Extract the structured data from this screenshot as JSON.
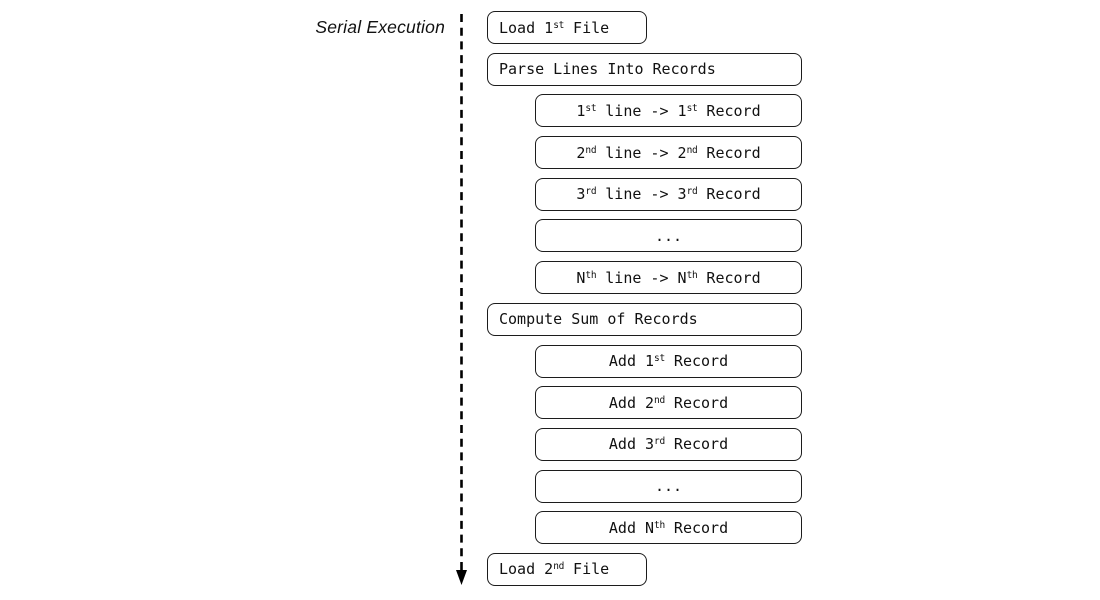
{
  "diagram": {
    "title": "Serial Execution",
    "colors": {
      "ink": "#111111",
      "box_border": "#1c1c1c",
      "background": "#ffffff"
    },
    "arrow": {
      "name": "serial-timeline-arrow",
      "style": "dashed",
      "direction": "down"
    },
    "boxes": [
      {
        "id": "load-first-file",
        "kind": "step",
        "parts": [
          {
            "t": "Load 1"
          },
          {
            "t": "st",
            "sup": true
          },
          {
            "t": " File"
          }
        ]
      },
      {
        "id": "parse-lines-into-records",
        "kind": "group",
        "parts": [
          {
            "t": "Parse Lines Into Records"
          }
        ]
      },
      {
        "id": "first-line-to-record",
        "kind": "item",
        "parts": [
          {
            "t": "1"
          },
          {
            "t": "st",
            "sup": true
          },
          {
            "t": " line -> 1"
          },
          {
            "t": "st",
            "sup": true
          },
          {
            "t": " Record"
          }
        ]
      },
      {
        "id": "second-line-to-record",
        "kind": "item",
        "parts": [
          {
            "t": "2"
          },
          {
            "t": "nd",
            "sup": true
          },
          {
            "t": " line -> 2"
          },
          {
            "t": "nd",
            "sup": true
          },
          {
            "t": " Record"
          }
        ]
      },
      {
        "id": "third-line-to-record",
        "kind": "item",
        "parts": [
          {
            "t": "3"
          },
          {
            "t": "rd",
            "sup": true
          },
          {
            "t": " line -> 3"
          },
          {
            "t": "rd",
            "sup": true
          },
          {
            "t": " Record"
          }
        ]
      },
      {
        "id": "parse-ellipsis",
        "kind": "item",
        "parts": [
          {
            "t": "..."
          }
        ]
      },
      {
        "id": "nth-line-to-record",
        "kind": "item",
        "parts": [
          {
            "t": "N"
          },
          {
            "t": "th",
            "sup": true
          },
          {
            "t": " line -> N"
          },
          {
            "t": "th",
            "sup": true
          },
          {
            "t": " Record"
          }
        ]
      },
      {
        "id": "compute-sum-of-records",
        "kind": "group",
        "parts": [
          {
            "t": "Compute Sum of Records"
          }
        ]
      },
      {
        "id": "add-first-record",
        "kind": "item",
        "parts": [
          {
            "t": "Add 1"
          },
          {
            "t": "st",
            "sup": true
          },
          {
            "t": " Record"
          }
        ]
      },
      {
        "id": "add-second-record",
        "kind": "item",
        "parts": [
          {
            "t": "Add 2"
          },
          {
            "t": "nd",
            "sup": true
          },
          {
            "t": " Record"
          }
        ]
      },
      {
        "id": "add-third-record",
        "kind": "item",
        "parts": [
          {
            "t": "Add 3"
          },
          {
            "t": "rd",
            "sup": true
          },
          {
            "t": " Record"
          }
        ]
      },
      {
        "id": "sum-ellipsis",
        "kind": "item",
        "parts": [
          {
            "t": "..."
          }
        ]
      },
      {
        "id": "add-nth-record",
        "kind": "item",
        "parts": [
          {
            "t": "Add N"
          },
          {
            "t": "th",
            "sup": true
          },
          {
            "t": " Record"
          }
        ]
      },
      {
        "id": "load-second-file",
        "kind": "step",
        "parts": [
          {
            "t": "Load 2"
          },
          {
            "t": "nd",
            "sup": true
          },
          {
            "t": " File"
          }
        ]
      }
    ]
  }
}
